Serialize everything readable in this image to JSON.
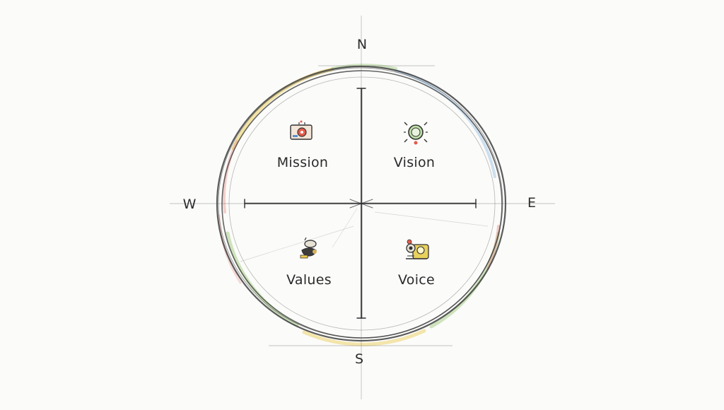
{
  "compass": {
    "directions": {
      "north": "N",
      "east": "E",
      "south": "S",
      "west": "W"
    },
    "quadrants": [
      {
        "label": "Mission",
        "icon": "mission-target-icon"
      },
      {
        "label": "Vision",
        "icon": "vision-lens-icon"
      },
      {
        "label": "Values",
        "icon": "values-figure-icon"
      },
      {
        "label": "Voice",
        "icon": "voice-speaker-icon"
      }
    ]
  },
  "colors": {
    "ink": "#2a2a2a",
    "pencil_red": "#e79a8f",
    "pencil_yellow": "#ecd36a",
    "pencil_green": "#a9cf8a",
    "pencil_blue": "#9ec4e4"
  }
}
